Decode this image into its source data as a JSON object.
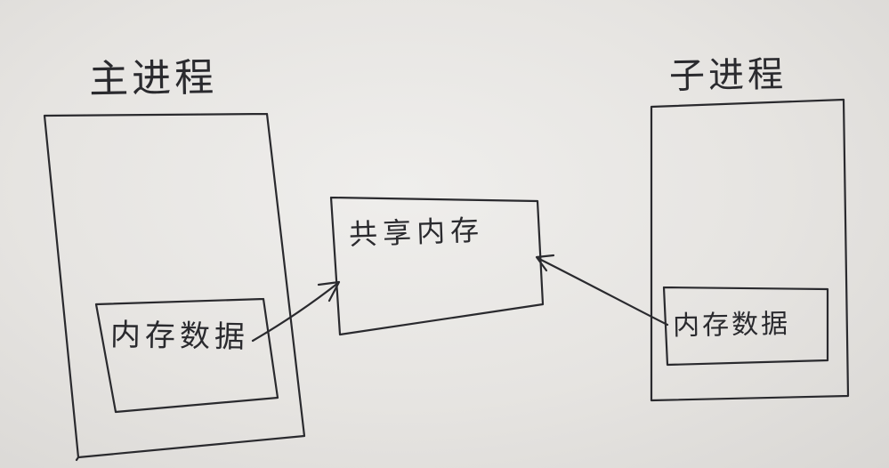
{
  "labels": {
    "main_process": "主进程",
    "child_process": "子进程",
    "shared_memory": "共享内存",
    "main_memory_data": "内存数据",
    "child_memory_data": "内存数据"
  },
  "colors": {
    "ink": "#2a2a2e",
    "paper": "#e8e6e3"
  }
}
